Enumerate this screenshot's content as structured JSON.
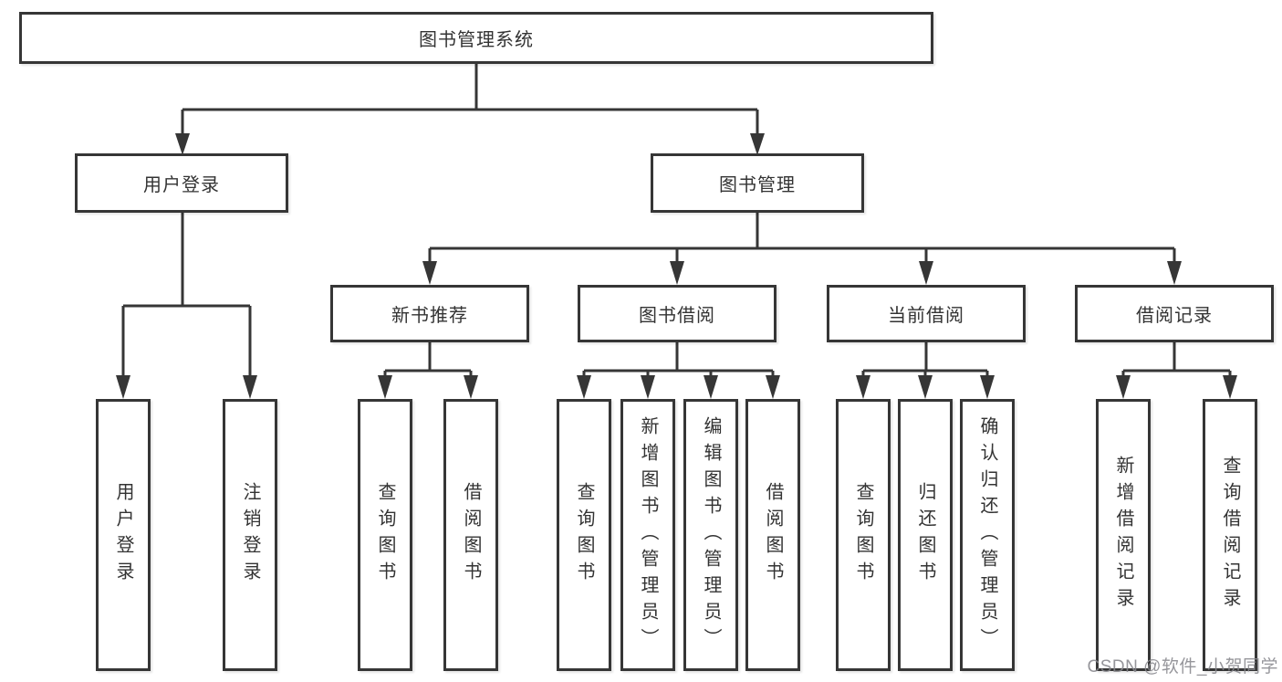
{
  "tree": {
    "root": {
      "label": "图书管理系统"
    },
    "user_login": {
      "label": "用户登录",
      "children": {
        "login": {
          "label": "用户登录"
        },
        "logout": {
          "label": "注销登录"
        }
      }
    },
    "book_mgmt": {
      "label": "图书管理",
      "children": {
        "new_books": {
          "label": "新书推荐",
          "children": {
            "query": {
              "label": "查询图书"
            },
            "borrow": {
              "label": "借阅图书"
            }
          }
        },
        "book_borrow": {
          "label": "图书借阅",
          "children": {
            "query": {
              "label": "查询图书"
            },
            "add": {
              "label": "新增图书（管理员）"
            },
            "edit": {
              "label": "编辑图书（管理员）"
            },
            "borrow": {
              "label": "借阅图书"
            }
          }
        },
        "current_borrow": {
          "label": "当前借阅",
          "children": {
            "query": {
              "label": "查询图书"
            },
            "return": {
              "label": "归还图书"
            },
            "confirm": {
              "label": "确认归还（管理员）"
            }
          }
        },
        "borrow_records": {
          "label": "借阅记录",
          "children": {
            "add": {
              "label": "新增借阅记录"
            },
            "query": {
              "label": "查询借阅记录"
            }
          }
        }
      }
    }
  },
  "watermark": {
    "text": "CSDN @软件_小贺同学"
  },
  "colors": {
    "line": "#363636",
    "text": "#333333",
    "background": "#ffffff",
    "watermark": "#88888d"
  }
}
